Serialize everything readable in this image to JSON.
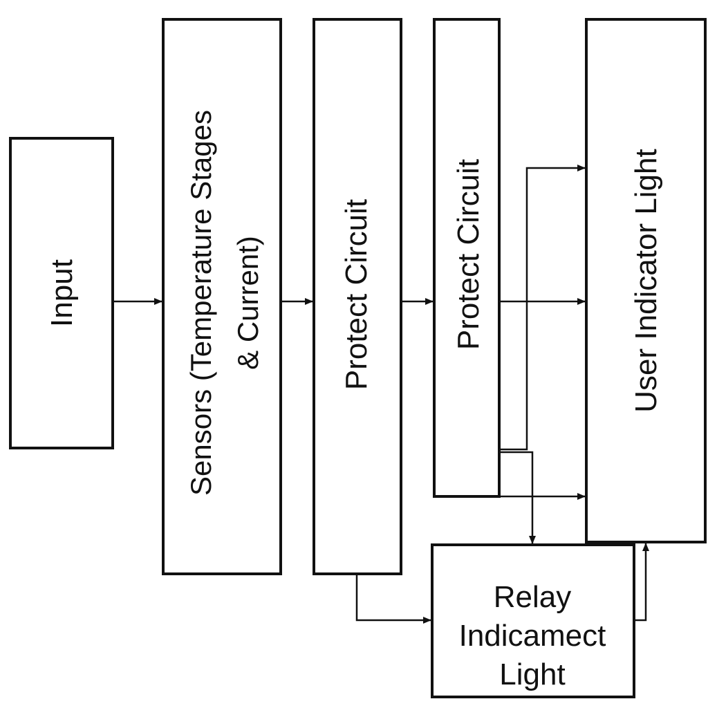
{
  "diagram": {
    "blocks": {
      "input": {
        "label": "Input"
      },
      "sensors": {
        "label_line1": "Sensors (Temperature Stages",
        "label_line2": "& Current)"
      },
      "protect1": {
        "label": "Protect Circuit"
      },
      "protect2": {
        "label": "Protect Circuit"
      },
      "indicator": {
        "label": "User Indicator Light"
      },
      "relay": {
        "label_line1": "Relay",
        "label_line2": "Indicamect",
        "label_line3": "Light"
      }
    },
    "connections": [
      {
        "from": "Input",
        "to": "Sensors (Temperature Stages & Current)"
      },
      {
        "from": "Sensors (Temperature Stages & Current)",
        "to": "Protect Circuit"
      },
      {
        "from": "Protect Circuit",
        "to": "Protect Circuit"
      },
      {
        "from": "Protect Circuit",
        "to": "User Indicator Light"
      },
      {
        "from": "Protect Circuit",
        "to": "Relay Indicamect Light"
      },
      {
        "from": "Relay Indicamect Light",
        "to": "User Indicator Light"
      }
    ],
    "colors": {
      "stroke": "#111111",
      "background": "#ffffff"
    }
  }
}
